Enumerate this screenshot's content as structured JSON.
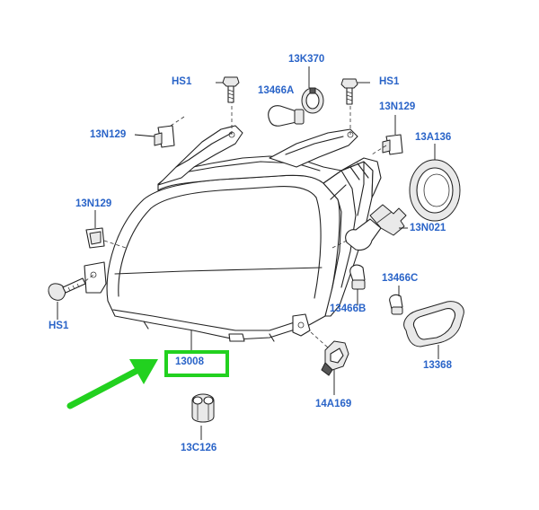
{
  "colors": {
    "label": "#2a64c8",
    "highlight": "#22d11f",
    "line": "#222222"
  },
  "labels": {
    "hs1_top_left": "HS1",
    "k13k370": "13K370",
    "hs1_top_right": "HS1",
    "k13466a": "13466A",
    "n13n129_top_right": "13N129",
    "n13n129_left_top": "13N129",
    "a13a136": "13A136",
    "n13n129_left_mid": "13N129",
    "n13n021": "13N021",
    "c13466c": "13466C",
    "b13466b": "13466B",
    "hs1_left": "HS1",
    "main_13008": "13008",
    "p13368": "13368",
    "a14a169": "14A169",
    "c13c126": "13C126"
  },
  "highlight": {
    "target_part": "13008",
    "arrow_icon": "pointer-arrow-icon"
  }
}
